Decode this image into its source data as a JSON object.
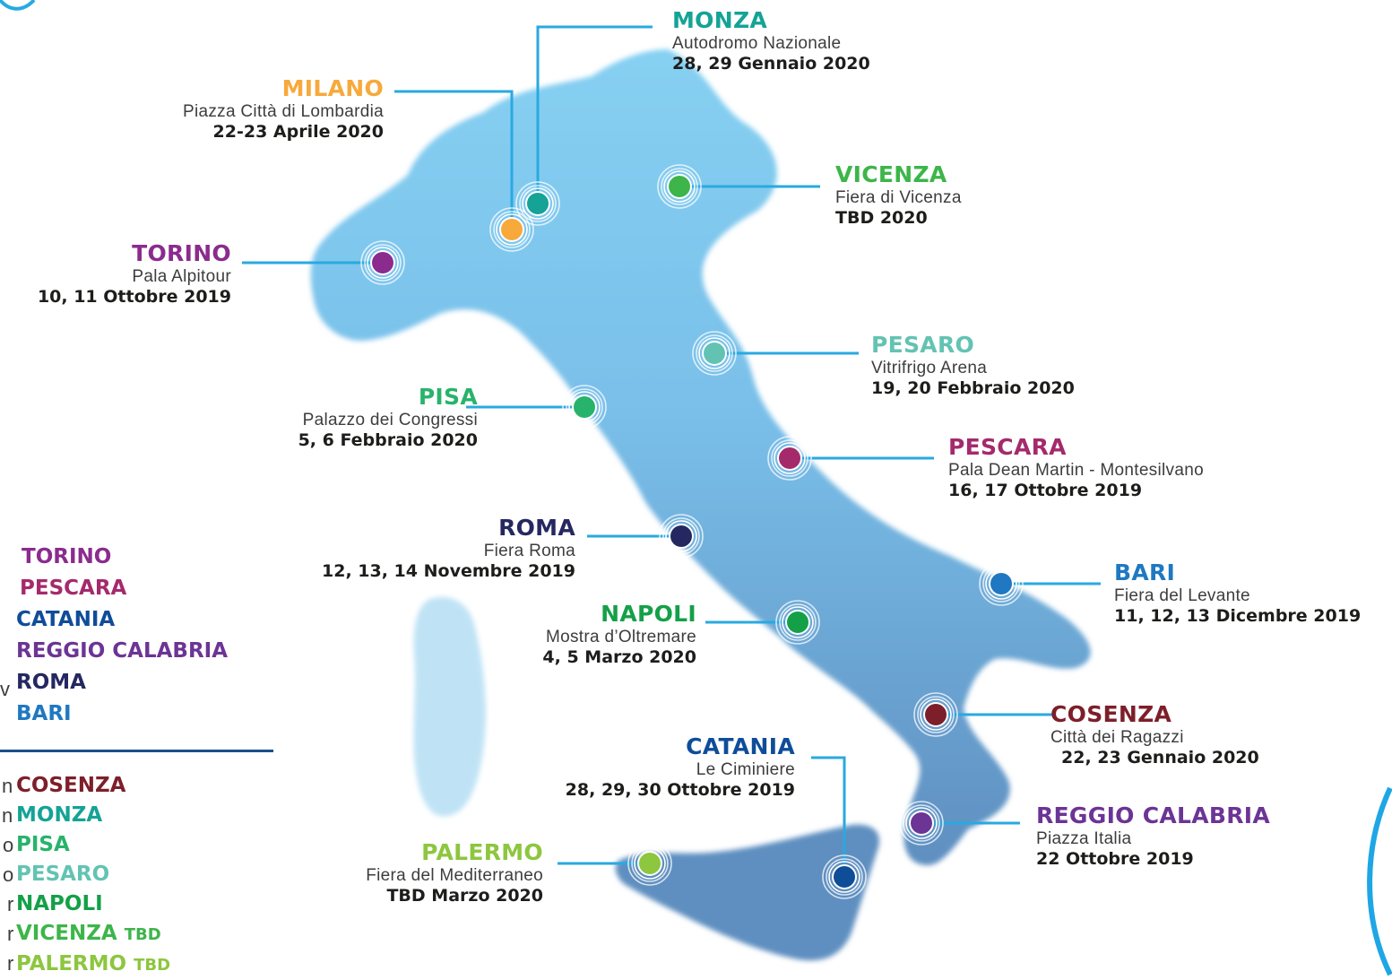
{
  "locations": [
    {
      "id": "monza",
      "city": "MONZA",
      "venue": "Autodromo Nazionale",
      "date": "28, 29 Gennaio 2020",
      "color": "#14a396"
    },
    {
      "id": "milano",
      "city": "MILANO",
      "venue": "Piazza Città di Lombardia",
      "date": "22-23 Aprile 2020",
      "color": "#f7a93b"
    },
    {
      "id": "vicenza",
      "city": "VICENZA",
      "venue": "Fiera di Vicenza",
      "date": "TBD 2020",
      "color": "#3db54a"
    },
    {
      "id": "torino",
      "city": "TORINO",
      "venue": "Pala Alpitour",
      "date": "10, 11 Ottobre 2019",
      "color": "#8b2b8e"
    },
    {
      "id": "pesaro",
      "city": "PESARO",
      "venue": "Vitrifrigo Arena",
      "date": "19, 20 Febbraio 2020",
      "color": "#63c3b3"
    },
    {
      "id": "pisa",
      "city": "PISA",
      "venue": "Palazzo dei Congressi",
      "date": "5, 6 Febbraio 2020",
      "color": "#28b36b"
    },
    {
      "id": "pescara",
      "city": "PESCARA",
      "venue": "Pala Dean Martin - Montesilvano",
      "date": "16, 17 Ottobre 2019",
      "color": "#a42a6c"
    },
    {
      "id": "roma",
      "city": "ROMA",
      "venue": "Fiera Roma",
      "date": "12, 13, 14 Novembre 2019",
      "color": "#252860"
    },
    {
      "id": "bari",
      "city": "BARI",
      "venue": "Fiera del Levante",
      "date": "11, 12, 13 Dicembre 2019",
      "color": "#1f78c1"
    },
    {
      "id": "napoli",
      "city": "NAPOLI",
      "venue": "Mostra d’Oltremare",
      "date": "4, 5 Marzo 2020",
      "color": "#14a048"
    },
    {
      "id": "cosenza",
      "city": "COSENZA",
      "venue": "Città dei Ragazzi",
      "date": "22, 23 Gennaio 2020",
      "color": "#7d1f2a"
    },
    {
      "id": "catania",
      "city": "CATANIA",
      "venue": "Le Ciminiere",
      "date": "28, 29, 30 Ottobre 2019",
      "color": "#0f4d99"
    },
    {
      "id": "reggio",
      "city": "REGGIO CALABRIA",
      "venue": "Piazza Italia",
      "date": "22 Ottobre 2019",
      "color": "#6c3495"
    },
    {
      "id": "palermo",
      "city": "PALERMO",
      "venue": "Fiera del Mediterraneo",
      "date": "TBD Marzo 2020",
      "color": "#8dc63f"
    }
  ],
  "schedule_2019": [
    "TORINO",
    "PESCARA",
    "CATANIA",
    "REGGIO CALABRIA",
    "ROMA",
    "BARI"
  ],
  "schedule_2020": [
    "COSENZA",
    "MONZA",
    "PISA",
    "PESARO",
    "NAPOLI",
    "VICENZA",
    "PALERMO"
  ],
  "tbd_tag": "TBD",
  "fragments_2019": [
    "v"
  ],
  "fragments_2020": [
    "n",
    "n",
    "o",
    "o",
    "r",
    "r",
    "r"
  ],
  "map_colors": {
    "top": "#86d0f2",
    "bottom": "#5f95c4",
    "sardinia": "#bfe3f5",
    "line": "#29a9e1"
  }
}
